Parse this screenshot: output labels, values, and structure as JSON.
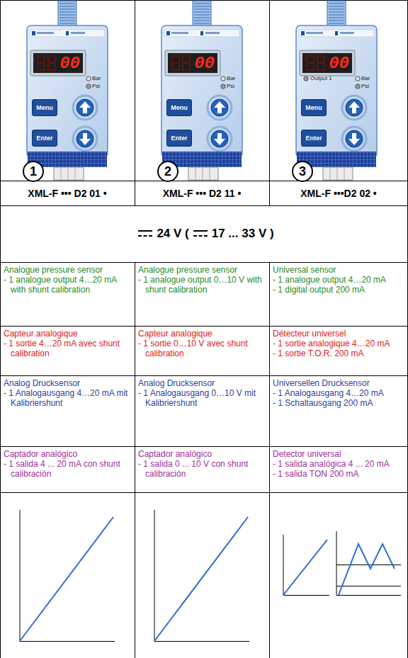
{
  "diagram": {
    "nodes": [
      {
        "text": [
          "00"
        ]
      },
      {
        "text": [
          "Menu"
        ]
      },
      {
        "text": [
          "Enter"
        ]
      },
      {
        "text": [
          "1"
        ]
      },
      {
        "text": [
          "00"
        ]
      },
      {
        "text": [
          "Menu"
        ]
      },
      {
        "text": [
          "Enter"
        ]
      },
      {
        "text": [
          "2"
        ]
      },
      {
        "text": [
          "00"
        ]
      },
      {
        "text": [
          "Menu"
        ]
      },
      {
        "text": [
          "Enter"
        ]
      },
      {
        "text": [
          "3"
        ]
      }
    ],
    "labels": [
      "Bar",
      "Psi",
      "Bar",
      "Psi",
      "Output 1",
      "Bar",
      "Psi",
      "XML-F ••• D2 01 •",
      "XML-F ••• D2 11 •",
      "XML-F •••D2 02 •",
      "24 V (",
      "17 ... 33 V )",
      "Analogue pressure sensor",
      "- 1 analogue output 4…20 mA with shunt calibration",
      "Analogue pressure sensor",
      "- 1 analogue output 0…10 V with shunt calibration",
      "Universal sensor",
      "- 1 analogue output 4…20 mA",
      "- 1 digital output 200 mA",
      "Capteur analogique",
      "- 1 sortie 4…20 mA avec shunt calibration",
      "Capteur analogique",
      "- 1 sortie 0…10 V avec shunt calibration",
      "Détecteur universel",
      "- 1 sortie analogique 4…20 mA",
      "- 1 sortie T.O.R. 200 mA",
      "Analog Drucksensor",
      "- 1 Analogausgang 4…20 mA mit Kalibriershunt",
      "Analog Drucksensor",
      "- 1 Analogausgang 0…10 V mit Kalibriershunt",
      "Universellen Drucksensor",
      "- 1 Analogausgang 4…20 mA",
      "- 1 Schaltausgang 200 mA",
      "Captador analógico",
      "- 1 salida 4 ... 20 mA con shunt calibración",
      "Captador analógico",
      "- 1 salida 0 ... 10 V con shunt calibración",
      "Detector universal",
      "- 1 salida analógica 4 ... 20 mA",
      "- 1 salida TON 200 mA"
    ]
  }
}
